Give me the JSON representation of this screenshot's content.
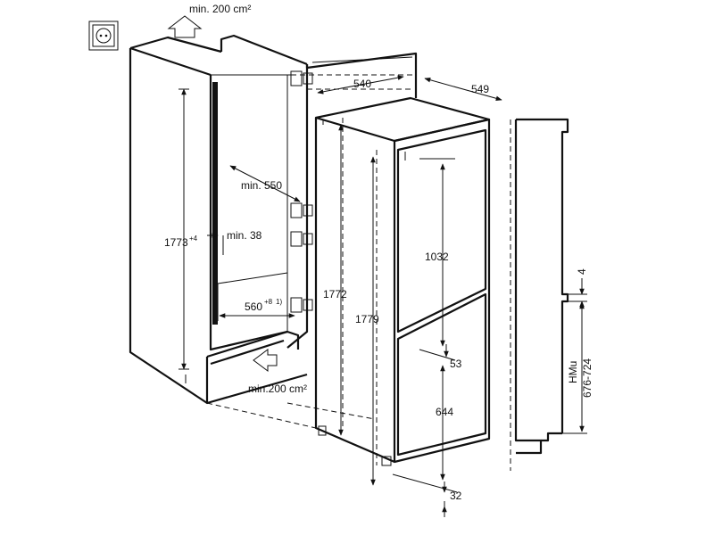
{
  "labels": {
    "vent_top": "min. 200 cm²",
    "vent_bottom": "min.200 cm²",
    "niche_height": "1773",
    "niche_height_sup": "+4",
    "niche_depth": "min. 550",
    "side_gap": "min. 38",
    "niche_width": "560",
    "niche_width_sup": "+8",
    "niche_width_note": "1)",
    "width_540": "540",
    "depth_549": "549",
    "height_1772": "1772",
    "height_1779": "1779",
    "upper_door": "1032",
    "gap_53": "53",
    "lower_door": "644",
    "bottom_32": "32",
    "gap_4": "4",
    "hmu": "HMu",
    "hmu_range": "676-724"
  }
}
